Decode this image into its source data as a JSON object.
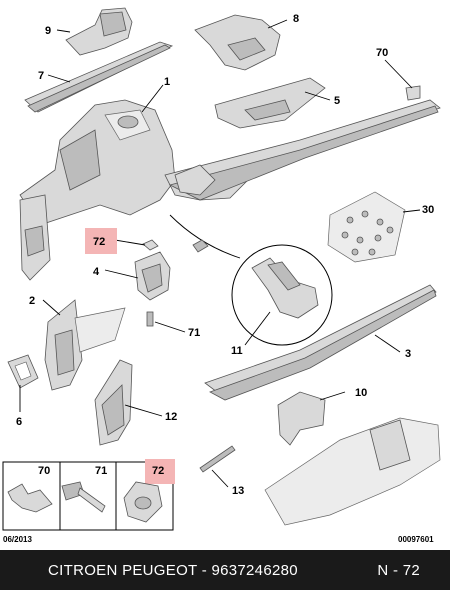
{
  "labels": {
    "p1": "1",
    "p2": "2",
    "p3": "3",
    "p4": "4",
    "p5": "5",
    "p6": "6",
    "p7": "7",
    "p8": "8",
    "p9": "9",
    "p10": "10",
    "p11": "11",
    "p12": "12",
    "p13": "13",
    "p30": "30",
    "p70": "70",
    "p71": "71",
    "p72": "72"
  },
  "legend": {
    "c70": "70",
    "c71": "71",
    "c72": "72"
  },
  "footer": {
    "date": "06/2013",
    "code": "00097601"
  },
  "bar": {
    "title": "CITROEN PEUGEOT - 9637246280",
    "ref": "N - 72"
  },
  "colors": {
    "highlight": "#f4b5b5",
    "bar_bg": "#1a1a1a",
    "bar_text": "#ffffff"
  }
}
